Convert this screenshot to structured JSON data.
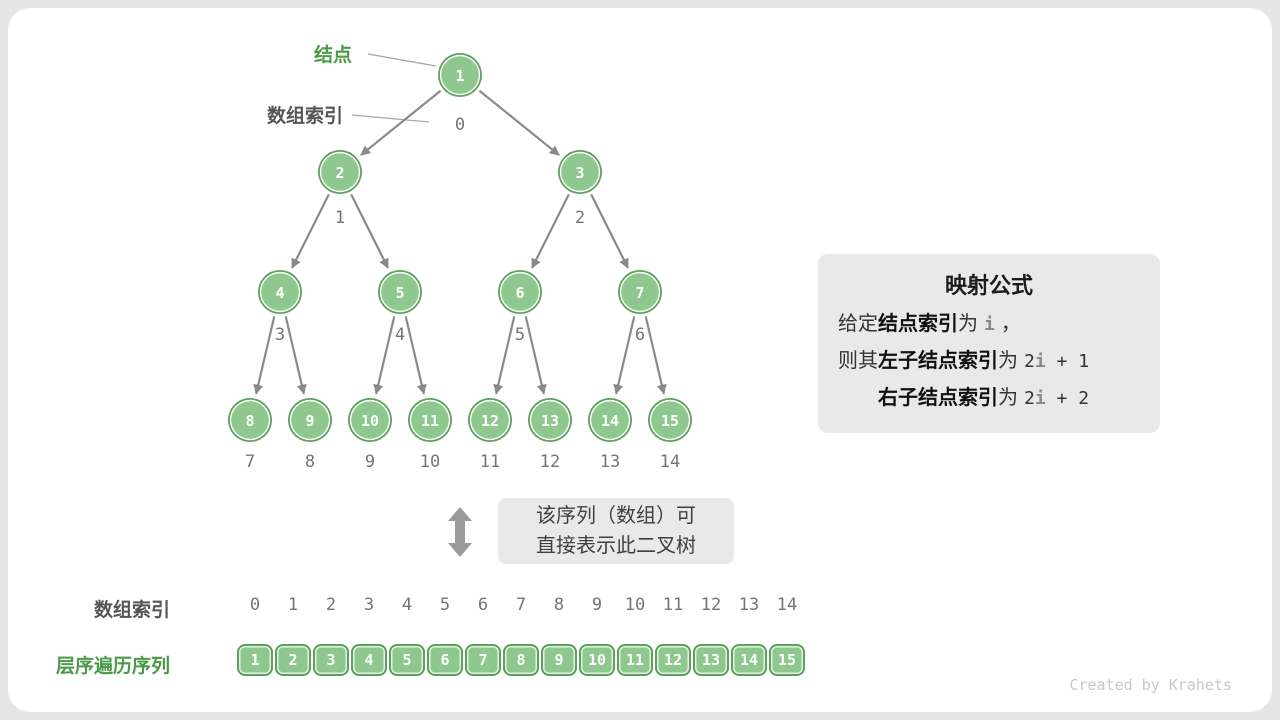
{
  "colors": {
    "node_fill": "#8fc88f",
    "node_edge": "#5f9f5f",
    "edge": "#8a8a8a",
    "index_text": "#757575",
    "green_label": "#4a9a4a",
    "gray_label": "#555555",
    "box_bg": "#e9e9e9",
    "cell_fill": "#8fc88f",
    "cell_edge": "#5f9f5f",
    "watermark": "#c8c8c8"
  },
  "labels": {
    "node_pointer": "结点",
    "array_index_pointer": "数组索引"
  },
  "tree": {
    "node_values": [
      "1",
      "2",
      "3",
      "4",
      "5",
      "6",
      "7",
      "8",
      "9",
      "10",
      "11",
      "12",
      "13",
      "14",
      "15"
    ],
    "index_labels": [
      "0",
      "1",
      "2",
      "3",
      "4",
      "5",
      "6",
      "7",
      "8",
      "9",
      "10",
      "11",
      "12",
      "13",
      "14"
    ]
  },
  "formula": {
    "title": "映射公式",
    "line1_pre": "给定",
    "line1_bold": "结点索引",
    "line1_mid": "为",
    "line1_code": "i",
    "line1_post": "，",
    "line2_pre": "则其",
    "line2_bold": "左子结点索引",
    "line2_mid": "为",
    "line2_code_num": "2",
    "line2_code_i": "i",
    "line2_code_rest": " + 1",
    "line3_bold": "右子结点索引",
    "line3_mid": "为",
    "line3_code_num": "2",
    "line3_code_i": "i",
    "line3_code_rest": " + 2"
  },
  "note": {
    "line1": "该序列（数组）可",
    "line2": "直接表示此二叉树"
  },
  "bottom": {
    "index_label": "数组索引",
    "sequence_label": "层序遍历序列",
    "indices": [
      "0",
      "1",
      "2",
      "3",
      "4",
      "5",
      "6",
      "7",
      "8",
      "9",
      "10",
      "11",
      "12",
      "13",
      "14"
    ],
    "values": [
      "1",
      "2",
      "3",
      "4",
      "5",
      "6",
      "7",
      "8",
      "9",
      "10",
      "11",
      "12",
      "13",
      "14",
      "15"
    ]
  },
  "watermark": "Created by Krahets"
}
